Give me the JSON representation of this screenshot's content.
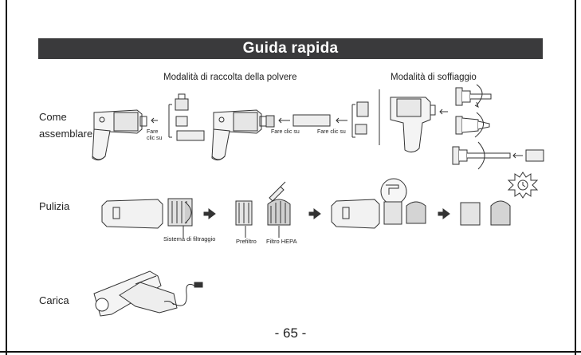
{
  "title": "Guida rapida",
  "headers": {
    "dust_mode": "Modalità di raccolta della polvere",
    "blow_mode": "Modalità di soffiaggio"
  },
  "rows": {
    "assemble": "Come assemblare",
    "clean": "Pulizia",
    "charge": "Carica"
  },
  "labels": {
    "click_1a": "Fare",
    "click_1b": "clic su",
    "click_2": "Fare clic su",
    "click_3": "Fare clic su",
    "filter_system": "Sistema di filtraggio",
    "prefilter": "Prefiltro",
    "hepa": "Filtro HEPA"
  },
  "page_number": "- 65 -"
}
